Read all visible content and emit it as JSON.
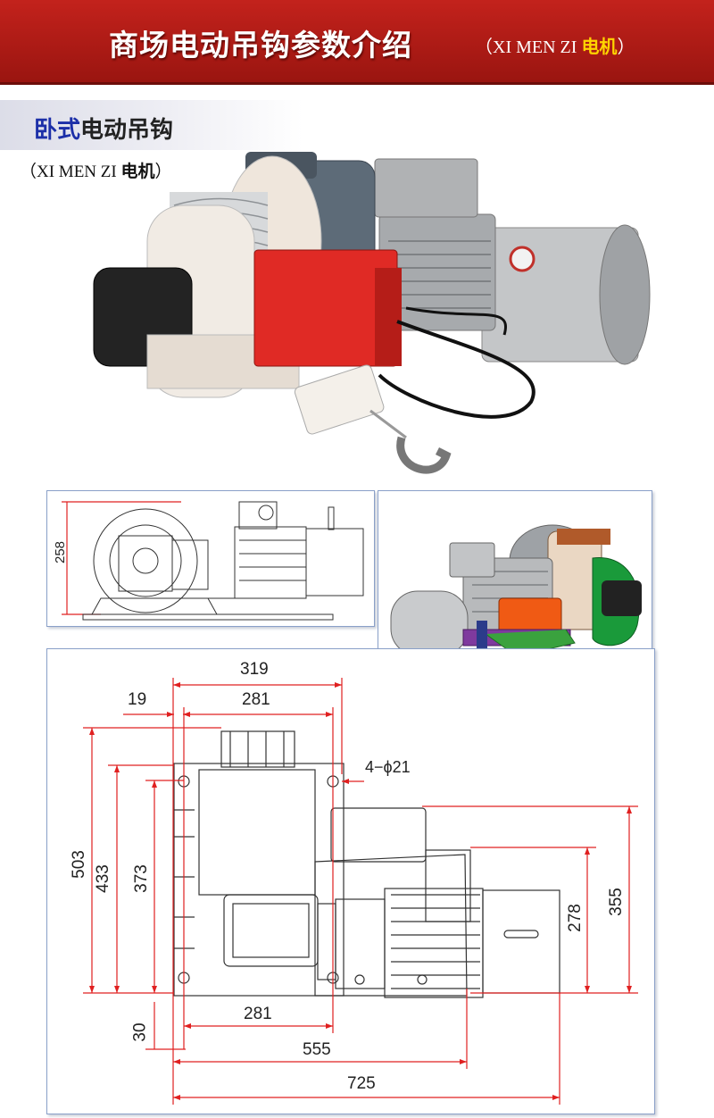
{
  "header": {
    "title": "商场电动吊钩参数介绍",
    "subtitle_prefix": "（XI  MEN ZI ",
    "subtitle_highlight": "电机",
    "subtitle_suffix": "）"
  },
  "section": {
    "title_blue": "卧式",
    "title_rest": "电动吊钩",
    "subtitle_prefix": "（XI  MEN ZI ",
    "subtitle_bold": "电机",
    "subtitle_suffix": "）"
  },
  "side_drawing": {
    "height_dim": "258"
  },
  "plan_drawing": {
    "dim_319": "319",
    "dim_19": "19",
    "dim_281_top": "281",
    "dim_holes": "4−ϕ21",
    "dim_503": "503",
    "dim_433": "433",
    "dim_373": "373",
    "dim_278": "278",
    "dim_355": "355",
    "dim_30": "30",
    "dim_281_bottom": "281",
    "dim_555": "555",
    "dim_725": "725"
  },
  "colors": {
    "header_red": "#b01c16",
    "dimension_red": "#e02020",
    "title_blue": "#1c2fa8",
    "guard_green": "#1a9a3a",
    "box_orange": "#f05a14"
  }
}
